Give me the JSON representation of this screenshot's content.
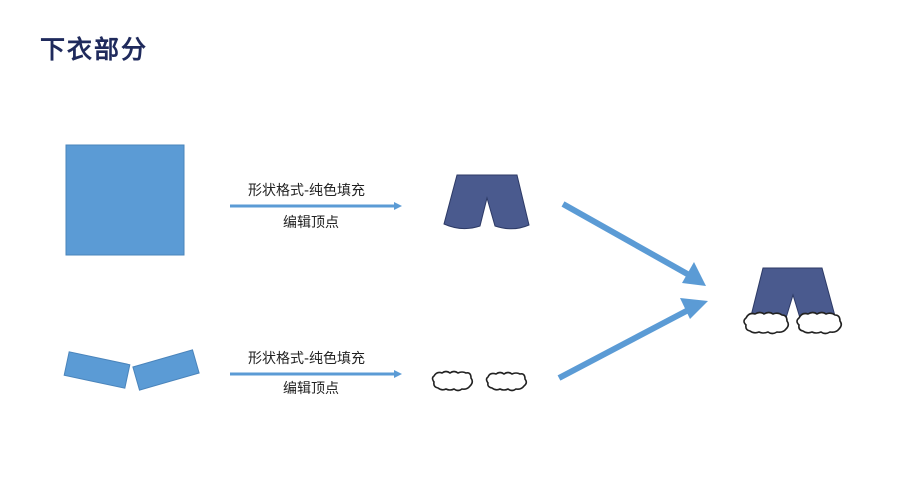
{
  "title": "下衣部分",
  "steps": [
    {
      "label_top": "形状格式-纯色填充",
      "label_bottom": "编辑顶点"
    },
    {
      "label_top": "形状格式-纯色填充",
      "label_bottom": "编辑顶点"
    }
  ],
  "colors": {
    "shape_blue": "#5b9bd5",
    "pants_navy": "#4a5a8e",
    "arrow_blue": "#5b9bd5",
    "title_navy": "#1f2a5c"
  }
}
